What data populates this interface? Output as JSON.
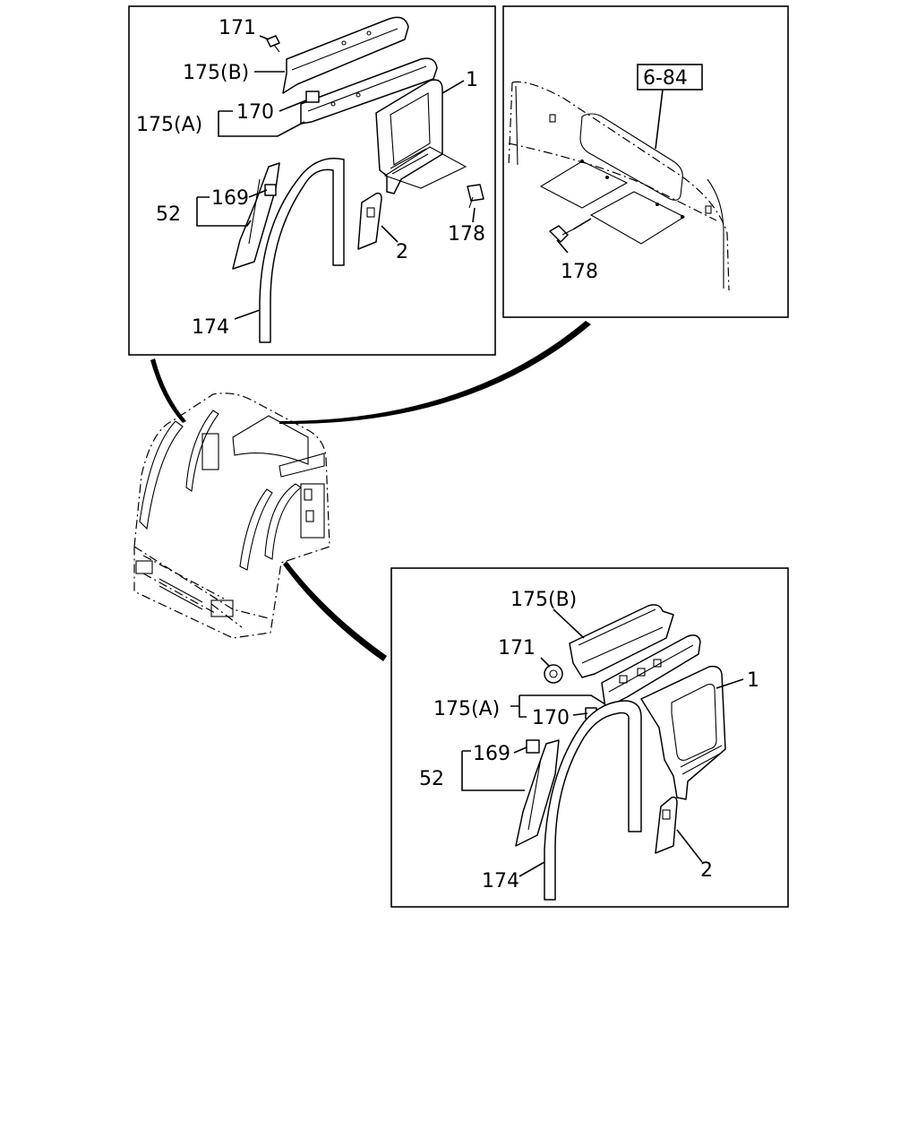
{
  "diagram": {
    "panels": {
      "top_left": {
        "labels": {
          "l171": "171",
          "l175b": "175(B)",
          "l170": "170",
          "l175a": "175(A)",
          "l1": "1",
          "l169": "169",
          "l52": "52",
          "l178": "178",
          "l2": "2",
          "l174": "174"
        }
      },
      "top_right": {
        "labels": {
          "ref": "6-84",
          "l178": "178"
        }
      },
      "bottom_right": {
        "labels": {
          "l175b": "175(B)",
          "l171": "171",
          "l175a": "175(A)",
          "l170": "170",
          "l1": "1",
          "l169": "169",
          "l52": "52",
          "l174": "174",
          "l2": "2"
        }
      }
    },
    "colors": {
      "ink": "#000000",
      "paper": "#ffffff"
    }
  }
}
